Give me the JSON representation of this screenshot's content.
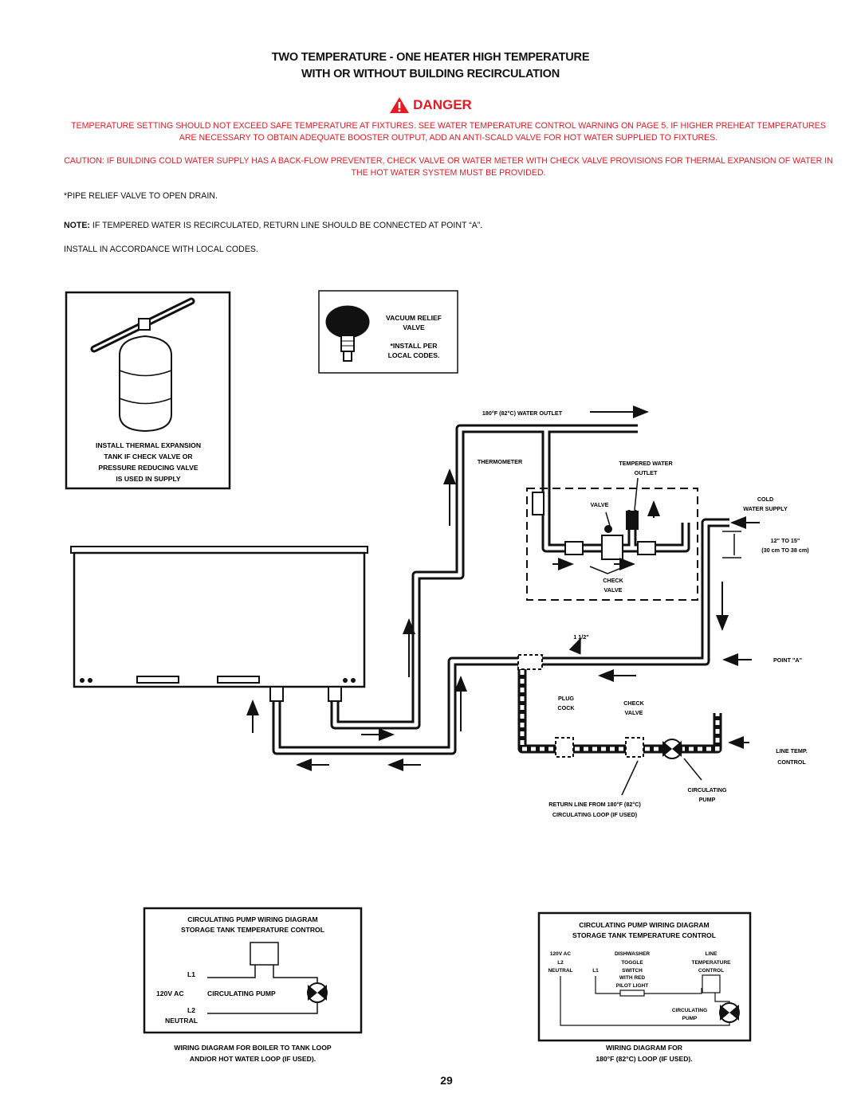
{
  "title": {
    "line1": "TWO TEMPERATURE - ONE HEATER HIGH TEMPERATURE",
    "line2": "WITH OR WITHOUT BUILDING RECIRCULATION"
  },
  "danger": {
    "label": "DANGER",
    "text1": "TEMPERATURE SETTING SHOULD NOT EXCEED SAFE TEMPERATURE AT FIXTURES. SEE WATER TEMPERATURE CONTROL WARNING ON PAGE 5. IF HIGHER PREHEAT TEMPERATURES ARE NECESSARY TO OBTAIN ADEQUATE BOOSTER OUTPUT, ADD AN ANTI-SCALD VALVE FOR HOT WATER SUPPLIED TO FIXTURES.",
    "text2": "CAUTION: IF BUILDING COLD WATER SUPPLY HAS A BACK-FLOW PREVENTER, CHECK VALVE OR WATER METER WITH CHECK VALVE PROVISIONS FOR THERMAL EXPANSION OF WATER IN THE HOT WATER SYSTEM MUST BE PROVIDED."
  },
  "notes": {
    "relief": "*PIPE RELIEF VALVE TO OPEN DRAIN.",
    "note_label": "NOTE:",
    "note_text": "IF TEMPERED WATER IS RECIRCULATED, RETURN LINE SHOULD BE CONNECTED AT POINT “A”.",
    "install": "INSTALL IN ACCORDANCE WITH LOCAL CODES."
  },
  "expansion_box": {
    "l1": "INSTALL THERMAL EXPANSION",
    "l2": "TANK IF CHECK VALVE OR",
    "l3": "PRESSURE REDUCING VALVE",
    "l4": "IS USED IN SUPPLY"
  },
  "vacuum_box": {
    "l1": "VACUUM RELIEF",
    "l2": "VALVE",
    "l3": "*INSTALL PER",
    "l4": "LOCAL CODES."
  },
  "labels": {
    "water_outlet": "180°F (82°C) WATER OUTLET",
    "thermometer": "THERMOMETER",
    "tempered1": "TEMPERED WATER",
    "tempered2": "OUTLET",
    "valve": "VALVE",
    "cold1": "COLD",
    "cold2": "WATER  SUPPLY",
    "dist1": "12\" TO 15\"",
    "dist2": "(30 cm TO 38 cm)",
    "check1": "CHECK",
    "check2": "VALVE",
    "pipe_size": "1 1/2\"",
    "point_a": "POINT \"A\"",
    "plug1": "PLUG",
    "plug2": "COCK",
    "check3": "CHECK",
    "check4": "VALVE",
    "line_temp1": "LINE TEMP.",
    "line_temp2": "CONTROL",
    "circ1": "CIRCULATING",
    "circ2": "PUMP",
    "return1": "RETURN LINE FROM 180°F (82°C)",
    "return2": "CIRCULATING LOOP (IF USED)"
  },
  "wiring_left": {
    "title1": "CIRCULATING PUMP WIRING DIAGRAM",
    "title2": "STORAGE TANK TEMPERATURE CONTROL",
    "l1": "L1",
    "v120": "120V AC",
    "pump": "CIRCULATING PUMP",
    "l2": "L2",
    "neutral": "NEUTRAL",
    "caption1": "WIRING DIAGRAM FOR BOILER TO TANK LOOP",
    "caption2": "AND/OR HOT WATER LOOP (IF USED)."
  },
  "wiring_right": {
    "title1": "CIRCULATING PUMP WIRING DIAGRAM",
    "title2": "STORAGE TANK TEMPERATURE CONTROL",
    "v120": "120V AC",
    "l2": "L2",
    "neutral": "NEUTRAL",
    "l1": "L1",
    "dish1": "DISHWASHER",
    "dish2": "TOGGLE",
    "dish3": "SWITCH",
    "dish4": "WITH RED",
    "dish5": "PILOT LIGHT",
    "line1": "LINE",
    "line2": "TEMPERATURE",
    "line3": "CONTROL",
    "circ1": "CIRCULATING",
    "circ2": "PUMP",
    "caption1": "WIRING DIAGRAM FOR",
    "caption2": "180°F (82°C) LOOP (IF USED)."
  },
  "page_number": "29",
  "colors": {
    "danger": "#e31b23",
    "ink": "#111111"
  }
}
